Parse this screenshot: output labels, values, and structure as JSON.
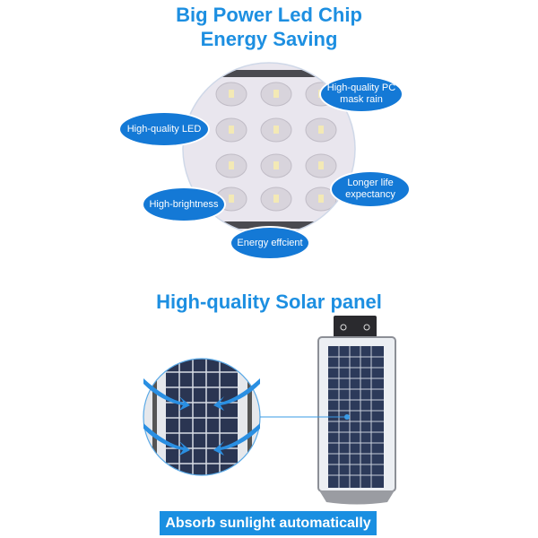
{
  "led_section": {
    "title_line1": "Big Power Led Chip",
    "title_line2": "Energy Saving",
    "features": [
      "High-quality LED",
      "High-quality PC mask rain",
      "Longer life expectancy",
      "High-brightness",
      "Energy effcient"
    ]
  },
  "solar_section": {
    "title": "High-quality Solar panel",
    "banner": "Absorb sunlight automatically"
  },
  "colors": {
    "accent": "#1d8fe1",
    "bubble": "#1479d6"
  }
}
